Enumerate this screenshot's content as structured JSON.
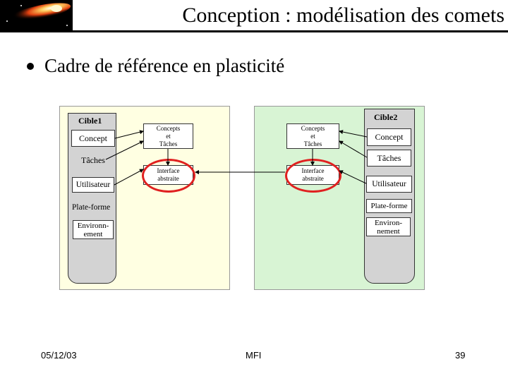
{
  "slide": {
    "title": "Conception : modélisation des comets",
    "bullet": "Cadre de référence en plasticité"
  },
  "diagram": {
    "left": {
      "name": "Cible1",
      "concept": "Concept",
      "taches": "Tâches",
      "utilisateur": "Utilisateur",
      "plateforme": "Plate-forme",
      "environnement_line1": "Environn-",
      "environnement_line2": "ement",
      "concepts_taches_line1": "Concepts",
      "concepts_taches_line2": "et",
      "concepts_taches_line3": "Tâches",
      "interface_line1": "Interface",
      "interface_line2": "abstraite"
    },
    "right": {
      "name": "Cible2",
      "concept": "Concept",
      "taches": "Tâches",
      "utilisateur": "Utilisateur",
      "plateforme": "Plate-forme",
      "environnement_line1": "Environ-",
      "environnement_line2": "nement",
      "concepts_taches_line1": "Concepts",
      "concepts_taches_line2": "et",
      "concepts_taches_line3": "Tâches",
      "interface_line1": "Interface",
      "interface_line2": "abstraite"
    },
    "colors": {
      "left_panel": "#ffffe2",
      "right_panel": "#d8f4d4",
      "column": "#d3d3d3",
      "highlight_ring": "#e02020"
    }
  },
  "footer": {
    "date": "05/12/03",
    "center": "MFI",
    "page": "39"
  }
}
